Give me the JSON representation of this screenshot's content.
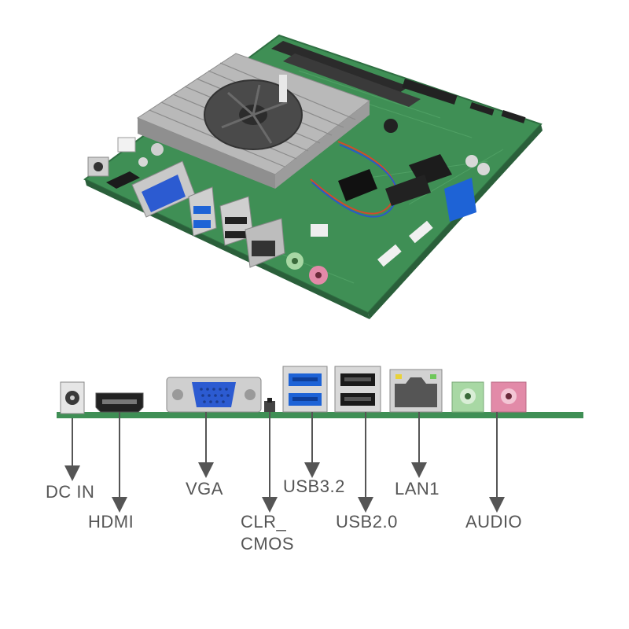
{
  "colors": {
    "pcb": "#3f8f55",
    "pcb_dark": "#2f6f42",
    "heatsink": "#a9a9a9",
    "usb3_blue": "#1e63d6",
    "vga_blue": "#2c5bd1",
    "audio_green": "#a8d8a4",
    "audio_pink": "#e28aa8",
    "arrow": "#555555"
  },
  "labels": {
    "dc_in": "DC IN",
    "hdmi": "HDMI",
    "vga": "VGA",
    "clr_cmos_line1": "CLR_",
    "clr_cmos_line2": "CMOS",
    "usb32": "USB3.2",
    "usb20": "USB2.0",
    "lan1": "LAN1",
    "audio": "AUDIO"
  }
}
